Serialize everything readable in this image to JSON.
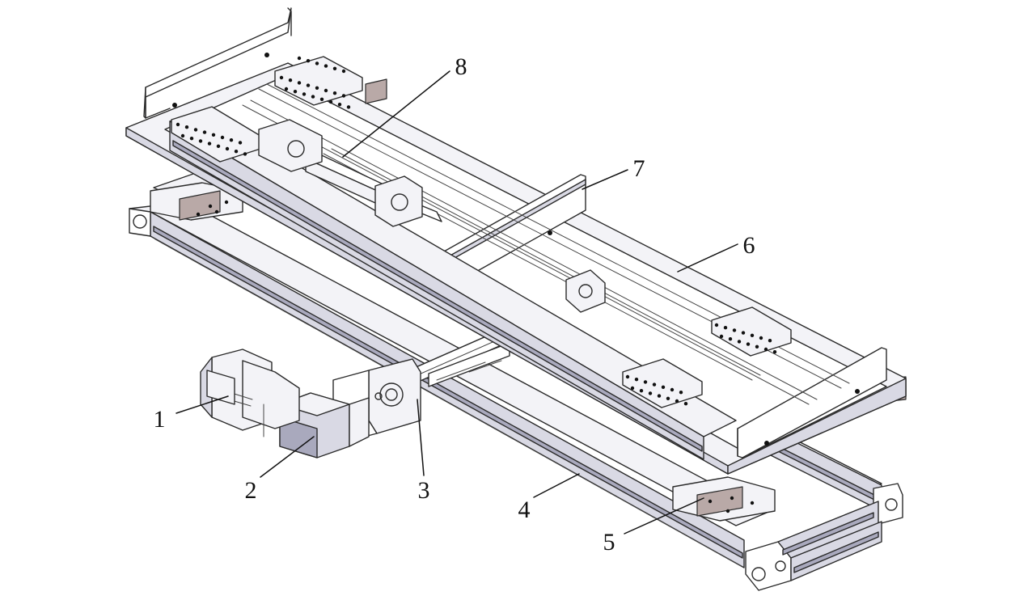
{
  "callouts": [
    {
      "id": "1",
      "text": "1"
    },
    {
      "id": "2",
      "text": "2"
    },
    {
      "id": "3",
      "text": "3"
    },
    {
      "id": "4",
      "text": "4"
    },
    {
      "id": "5",
      "text": "5"
    },
    {
      "id": "6",
      "text": "6"
    },
    {
      "id": "7",
      "text": "7"
    },
    {
      "id": "8",
      "text": "8"
    }
  ],
  "colors": {
    "line": "#2a2a2a",
    "profile": "#a9a9bd",
    "panel": "#f3f3f7",
    "slider": "#b9a9a7"
  }
}
